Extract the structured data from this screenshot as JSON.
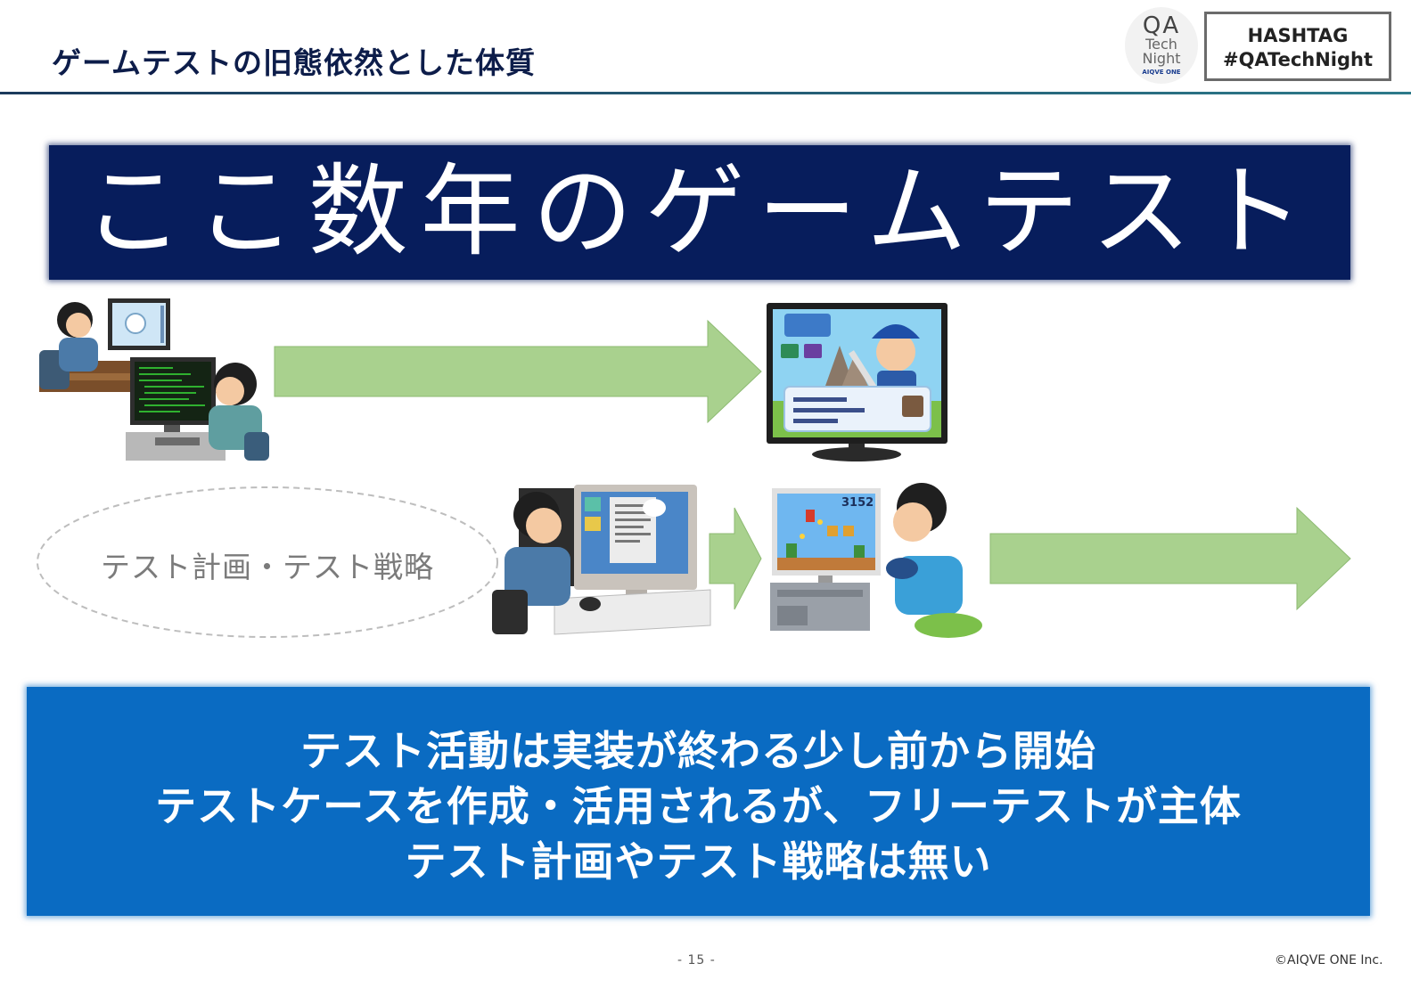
{
  "slide": {
    "title": "ゲームテストの旧態依然とした体質",
    "banner": "ここ数年のゲームテスト",
    "ellipse_label": "テスト計画・テスト戦略",
    "info_lines": [
      "テスト活動は実装が終わる少し前から開始",
      "テストケースを作成・活用されるが、フリーテストが主体",
      "テスト計画やテスト戦略は無い"
    ],
    "page_number": "- 15 -",
    "copyright": "©AIQVE ONE Inc."
  },
  "logo": {
    "line1": "QA",
    "line2": "Tech",
    "line3": "Night",
    "company": "AIQVE ONE"
  },
  "hashtag": {
    "line1": "HASHTAG",
    "line2": "#QATechNight"
  },
  "game_screen": {
    "score": "3152"
  },
  "colors": {
    "banner_bg": "#071d5c",
    "info_bg": "#0a6bc2",
    "arrow_green": "#a9d18e",
    "title_text": "#0d1d4a"
  },
  "icons": [
    "developers-illustration",
    "game-monitor-illustration",
    "tester-at-pc-illustration",
    "child-gaming-illustration",
    "right-arrow-icon"
  ]
}
